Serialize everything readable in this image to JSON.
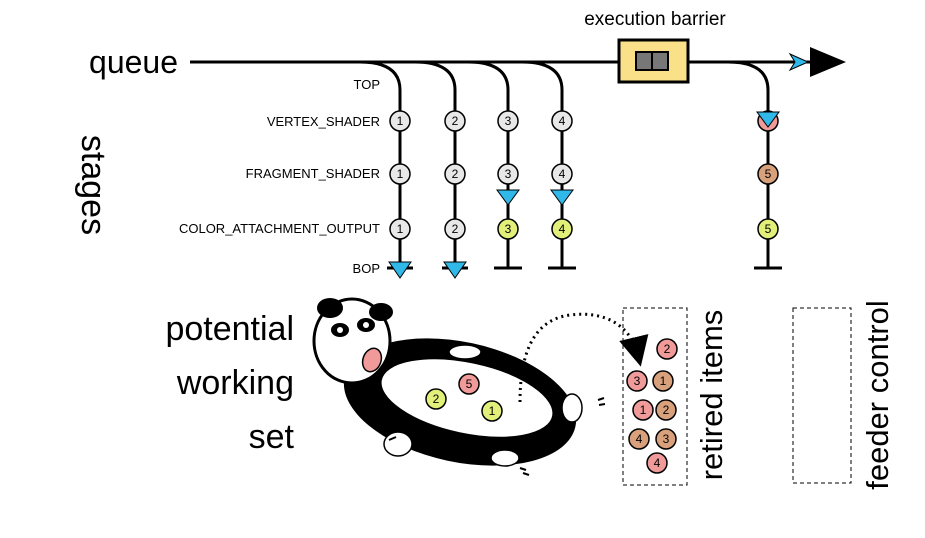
{
  "queue_label": "queue",
  "stages_label": "stages",
  "barrier_label": "execution barrier",
  "stage_names": {
    "top": "TOP",
    "vertex": "VERTEX_SHADER",
    "fragment": "FRAGMENT_SHADER",
    "color": "COLOR_ATTACHMENT_OUTPUT",
    "bop": "BOP"
  },
  "working_set_label": [
    "potential",
    "working",
    "set"
  ],
  "retired_label": "retired items",
  "feeder_label": "feeder control",
  "pipelines": [
    {
      "id": "1",
      "vertex": "1",
      "fragment": "1",
      "color": "1"
    },
    {
      "id": "2",
      "vertex": "2",
      "fragment": "2",
      "color": "2"
    },
    {
      "id": "3",
      "vertex": "3",
      "fragment": "3",
      "color": "3"
    },
    {
      "id": "4",
      "vertex": "4",
      "fragment": "4",
      "color": "4"
    },
    {
      "id": "5",
      "vertex": "",
      "fragment": "5",
      "color": "5"
    }
  ],
  "working_set_items": [
    "2",
    "5",
    "1"
  ],
  "retired_items": [
    "2",
    "3",
    "1",
    "1",
    "2",
    "4",
    "3",
    "4"
  ],
  "colors": {
    "idle": "#e8e8e8",
    "pink": "#f19a9a",
    "brown": "#d9a07c",
    "lime": "#e2f07a",
    "arrow": "#2fb8e8",
    "barrier_fill": "#fbe08a"
  }
}
